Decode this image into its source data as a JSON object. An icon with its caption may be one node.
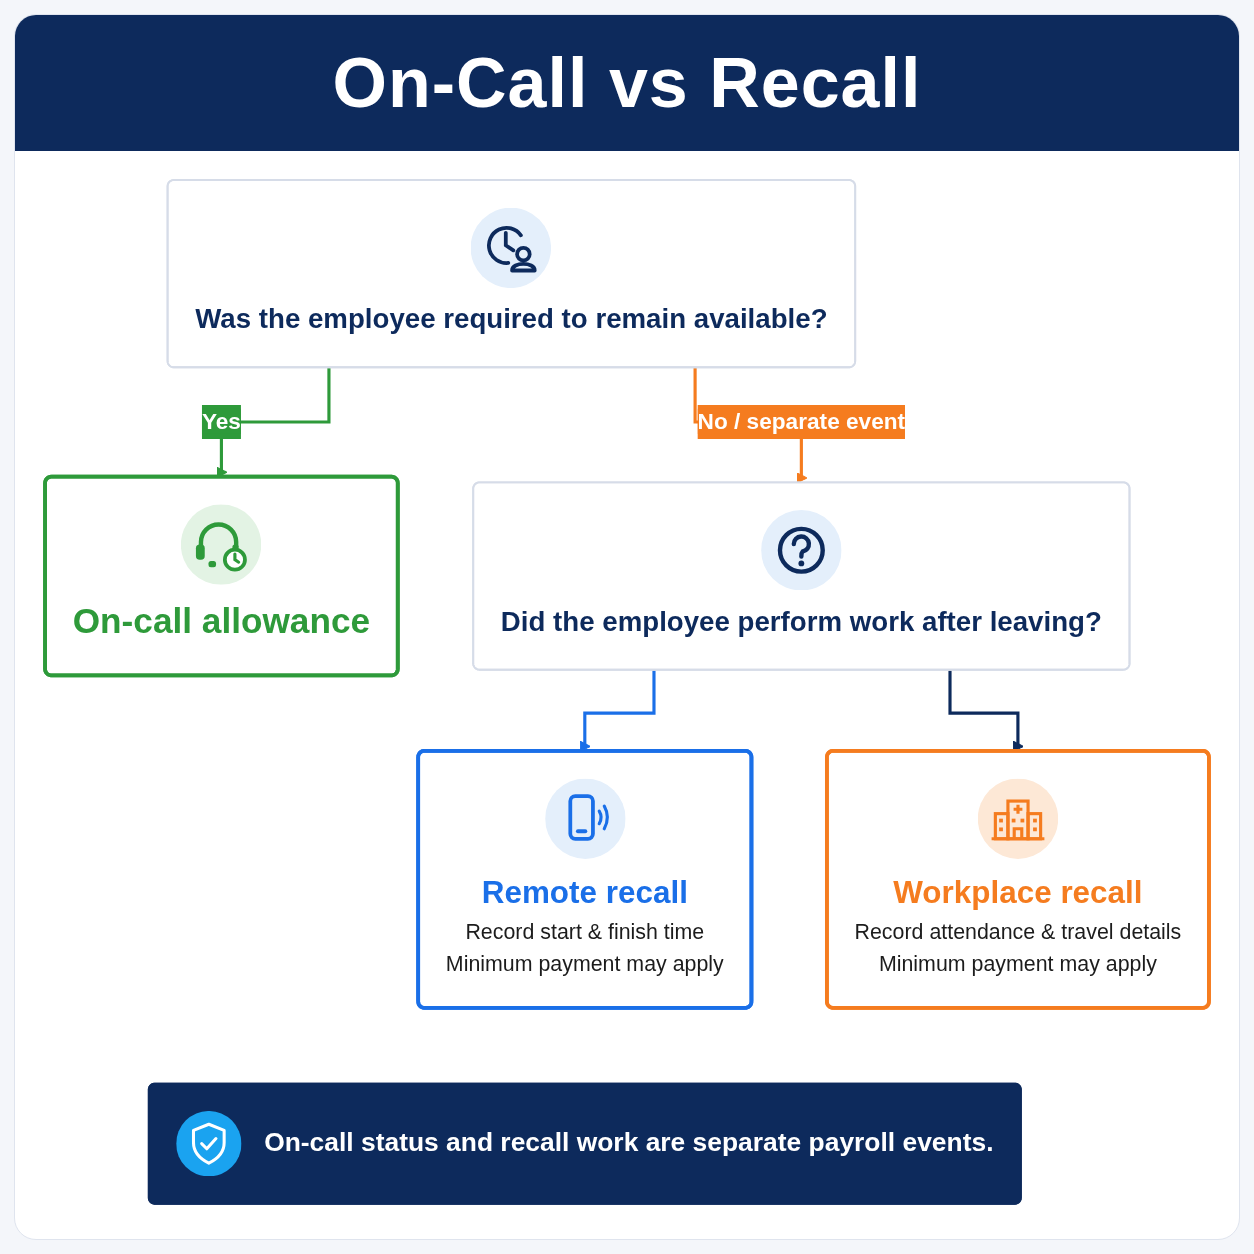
{
  "diagram": {
    "title": "On-Call vs Recall",
    "nodes": [
      {
        "text": [
          "Was the employee required to remain available?"
        ]
      },
      {
        "text": [
          "On-call allowance"
        ]
      },
      {
        "text": [
          "Did the employee perform work after leaving?"
        ]
      },
      {
        "text": [
          "Remote recall",
          "Record start & finish time",
          "Minimum payment may apply"
        ]
      },
      {
        "text": [
          "Workplace recall",
          "Record attendance & travel details",
          "Minimum payment may apply"
        ]
      },
      {
        "text": [
          "On-call status and recall work are separate payroll events."
        ]
      }
    ],
    "edges": [
      {
        "from": 0,
        "to": 1,
        "arrow": "to",
        "label": "Yes",
        "color": "#2e9a3a"
      },
      {
        "from": 0,
        "to": 2,
        "arrow": "to",
        "label": "No / separate event",
        "color": "#f57c1f"
      },
      {
        "from": 2,
        "to": 3,
        "arrow": "to",
        "color": "#1a6fe8"
      },
      {
        "from": 2,
        "to": 4,
        "arrow": "to",
        "color": "#0d2a5c"
      }
    ]
  }
}
